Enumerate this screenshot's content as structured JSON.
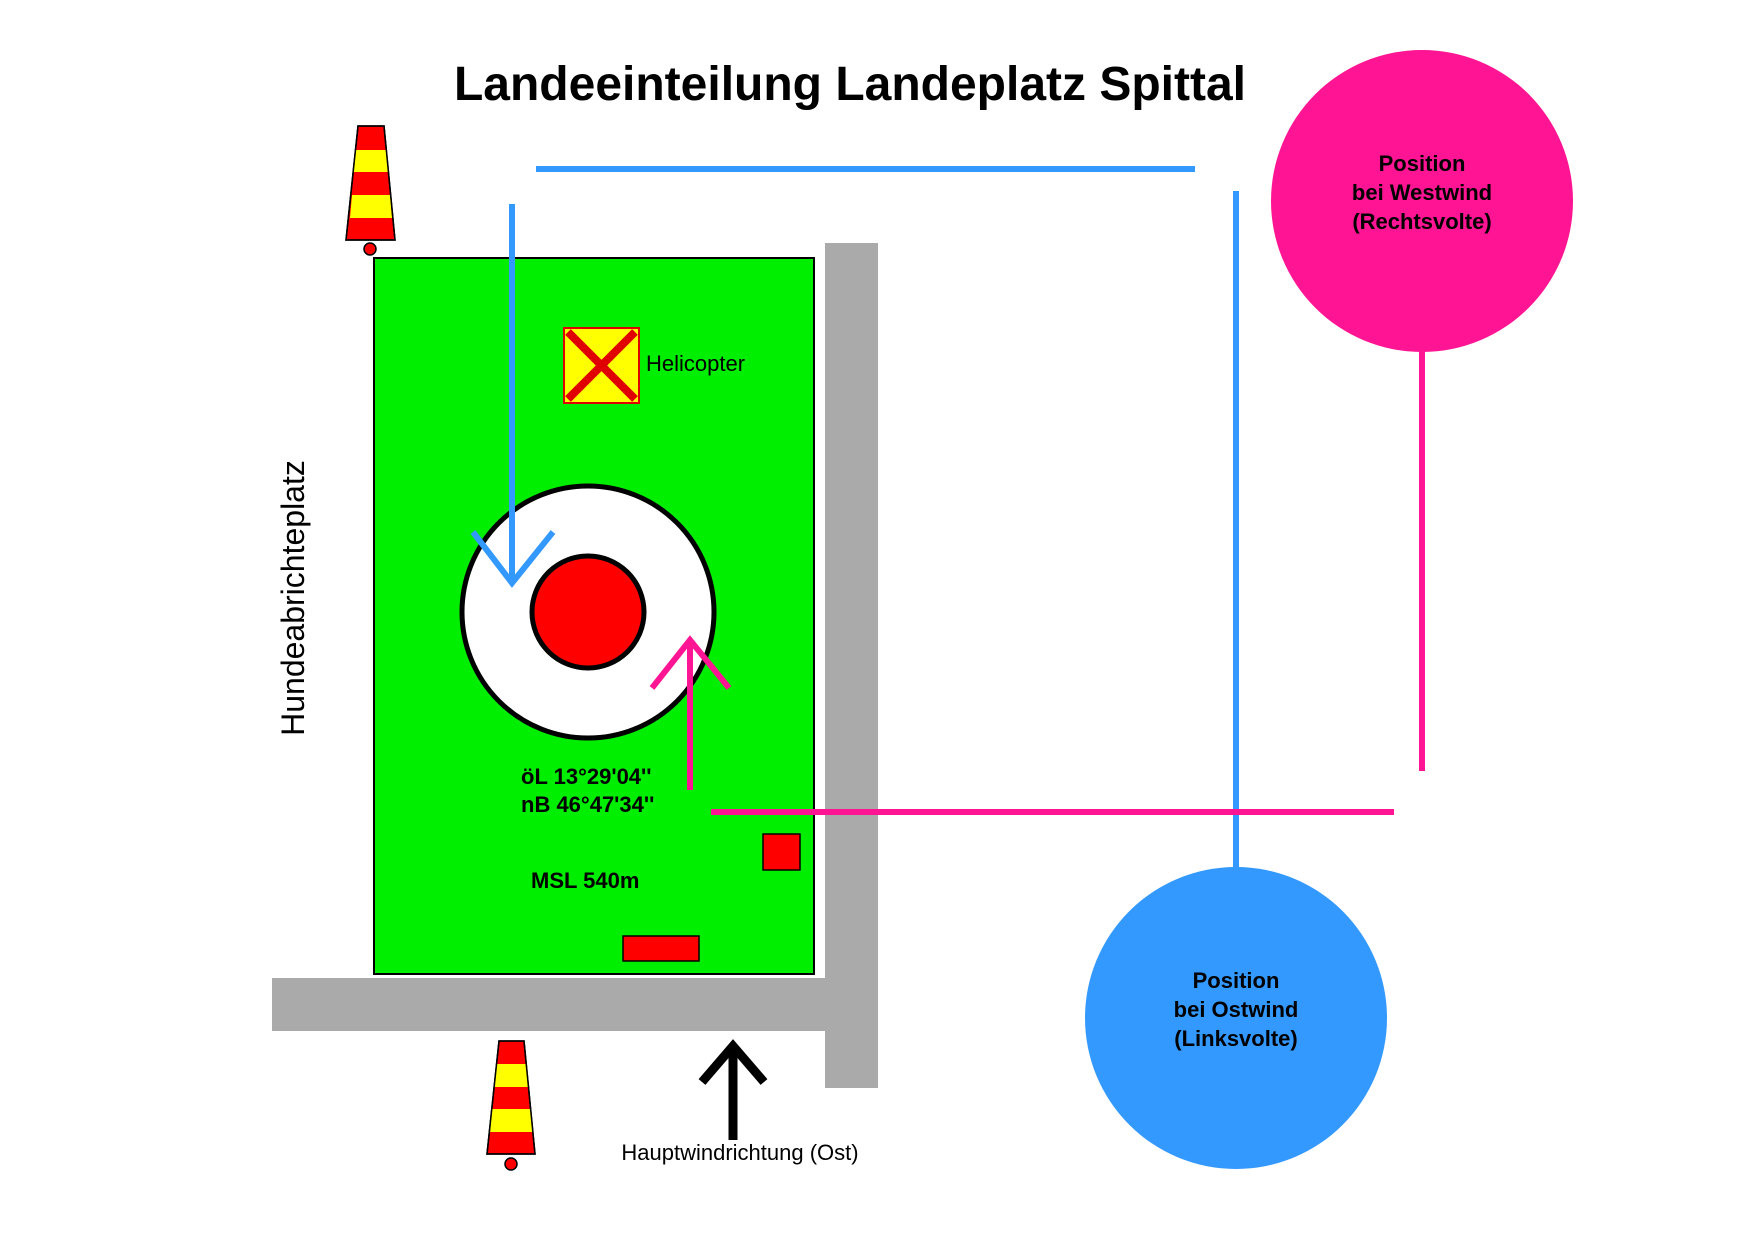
{
  "title": "Landeeinteilung Landeplatz Spittal",
  "helicopter_label": "Helicopter",
  "coords": {
    "lon": "öL 13°29'04''",
    "lat": "nB 46°47'34''"
  },
  "msl": "MSL 540m",
  "side_label": "Hundeabrichteplatz",
  "wind_direction_label": "Hauptwindrichtung (Ost)",
  "west_position": {
    "line1": "Position",
    "line2": "bei Westwind",
    "line3": "(Rechtsvolte)"
  },
  "east_position": {
    "line1": "Position",
    "line2": "bei Ostwind",
    "line3": "(Linksvolte)"
  },
  "colors": {
    "field": "#00ee00",
    "road": "#aaaaaa",
    "target": "#ff0000",
    "blue_route": "#3399ff",
    "magenta_route": "#ff1493",
    "cone_red": "#ff0000",
    "cone_yellow": "#ffff00"
  }
}
